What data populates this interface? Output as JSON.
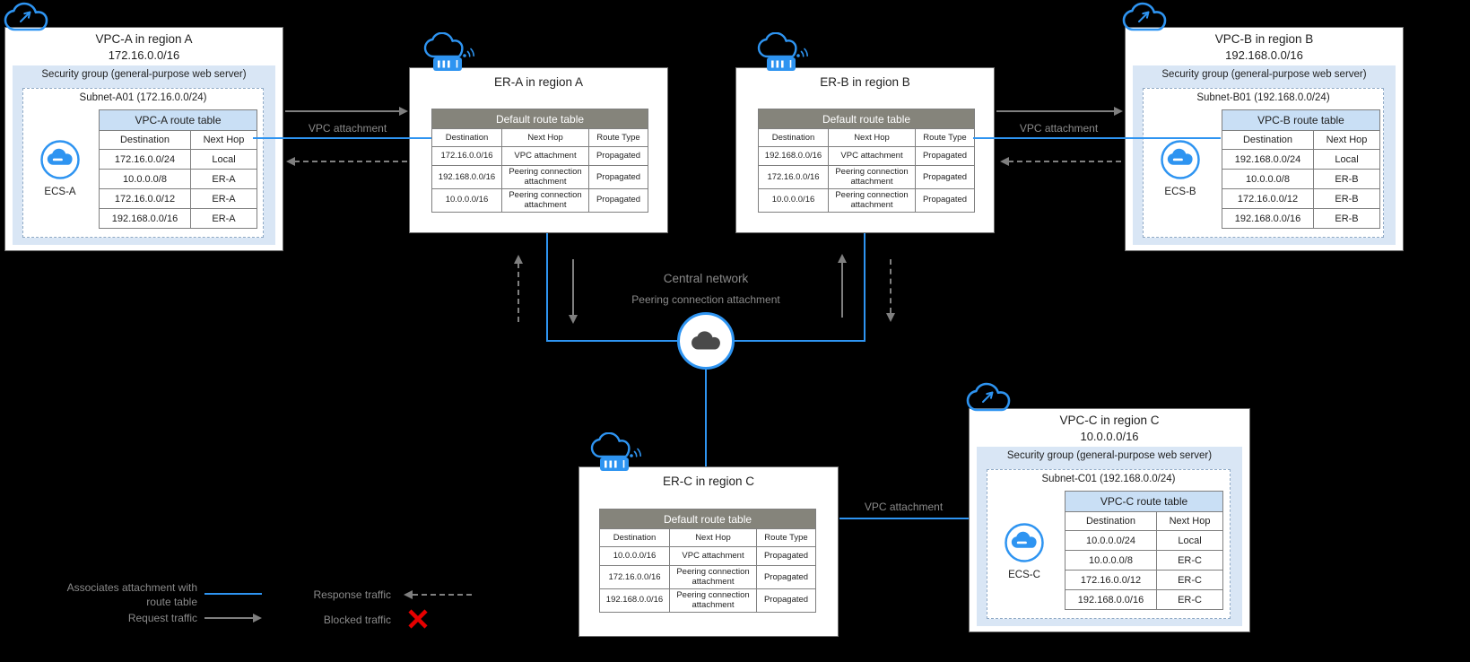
{
  "colors": {
    "accent_blue": "#2e94f1",
    "line_gray": "#7f7f7f",
    "table_header_dark": "#85847b",
    "table_header_blue": "#c9dff5",
    "security_group_bg": "#d9e6f5",
    "blocked_red": "#e60000",
    "canvas_bg": "#000000"
  },
  "icons": {
    "vpc": "cloud-icon",
    "er": "router-cloud-icon",
    "ecs": "ecs-cloud-icon",
    "central": "central-network-cloud-icon",
    "blocked": "red-x-icon"
  },
  "vpc_a": {
    "title": "VPC-A in region A",
    "cidr": "172.16.0.0/16",
    "security_group_label": "Security group (general-purpose web server)",
    "subnet_label": "Subnet-A01 (172.16.0.0/24)",
    "ecs_label": "ECS-A",
    "route_table": {
      "title": "VPC-A route table",
      "columns": [
        "Destination",
        "Next Hop"
      ],
      "rows": [
        [
          "172.16.0.0/24",
          "Local"
        ],
        [
          "10.0.0.0/8",
          "ER-A"
        ],
        [
          "172.16.0.0/12",
          "ER-A"
        ],
        [
          "192.168.0.0/16",
          "ER-A"
        ]
      ]
    }
  },
  "er_a": {
    "title": "ER-A in region A",
    "route_table": {
      "title": "Default route table",
      "columns": [
        "Destination",
        "Next Hop",
        "Route Type"
      ],
      "rows": [
        [
          "172.16.0.0/16",
          "VPC attachment",
          "Propagated"
        ],
        [
          "192.168.0.0/16",
          "Peering connection attachment",
          "Propagated"
        ],
        [
          "10.0.0.0/16",
          "Peering connection attachment",
          "Propagated"
        ]
      ]
    }
  },
  "er_b": {
    "title": "ER-B in region B",
    "route_table": {
      "title": "Default route table",
      "columns": [
        "Destination",
        "Next Hop",
        "Route Type"
      ],
      "rows": [
        [
          "192.168.0.0/16",
          "VPC attachment",
          "Propagated"
        ],
        [
          "172.16.0.0/16",
          "Peering connection attachment",
          "Propagated"
        ],
        [
          "10.0.0.0/16",
          "Peering connection attachment",
          "Propagated"
        ]
      ]
    }
  },
  "vpc_b": {
    "title": "VPC-B in region B",
    "cidr": "192.168.0.0/16",
    "security_group_label": "Security group (general-purpose web server)",
    "subnet_label": "Subnet-B01 (192.168.0.0/24)",
    "ecs_label": "ECS-B",
    "route_table": {
      "title": "VPC-B route table",
      "columns": [
        "Destination",
        "Next Hop"
      ],
      "rows": [
        [
          "192.168.0.0/24",
          "Local"
        ],
        [
          "10.0.0.0/8",
          "ER-B"
        ],
        [
          "172.16.0.0/12",
          "ER-B"
        ],
        [
          "192.168.0.0/16",
          "ER-B"
        ]
      ]
    }
  },
  "central": {
    "title": "Central network",
    "subtitle": "Peering connection attachment"
  },
  "er_c": {
    "title": "ER-C in region C",
    "route_table": {
      "title": "Default route table",
      "columns": [
        "Destination",
        "Next Hop",
        "Route Type"
      ],
      "rows": [
        [
          "10.0.0.0/16",
          "VPC attachment",
          "Propagated"
        ],
        [
          "172.16.0.0/16",
          "Peering connection attachment",
          "Propagated"
        ],
        [
          "192.168.0.0/16",
          "Peering connection attachment",
          "Propagated"
        ]
      ]
    }
  },
  "vpc_c": {
    "title": "VPC-C in region C",
    "cidr": "10.0.0.0/16",
    "security_group_label": "Security group (general-purpose web server)",
    "subnet_label": "Subnet-C01 (192.168.0.0/24)",
    "ecs_label": "ECS-C",
    "route_table": {
      "title": "VPC-C route table",
      "columns": [
        "Destination",
        "Next Hop"
      ],
      "rows": [
        [
          "10.0.0.0/24",
          "Local"
        ],
        [
          "10.0.0.0/8",
          "ER-C"
        ],
        [
          "172.16.0.0/12",
          "ER-C"
        ],
        [
          "192.168.0.0/16",
          "ER-C"
        ]
      ]
    }
  },
  "connection_labels": {
    "vpc_attachment_a": "VPC attachment",
    "vpc_attachment_b": "VPC attachment",
    "vpc_attachment_c": "VPC attachment"
  },
  "legend": {
    "associates": "Associates attachment with route table",
    "request": "Request traffic",
    "response": "Response traffic",
    "blocked": "Blocked traffic"
  }
}
